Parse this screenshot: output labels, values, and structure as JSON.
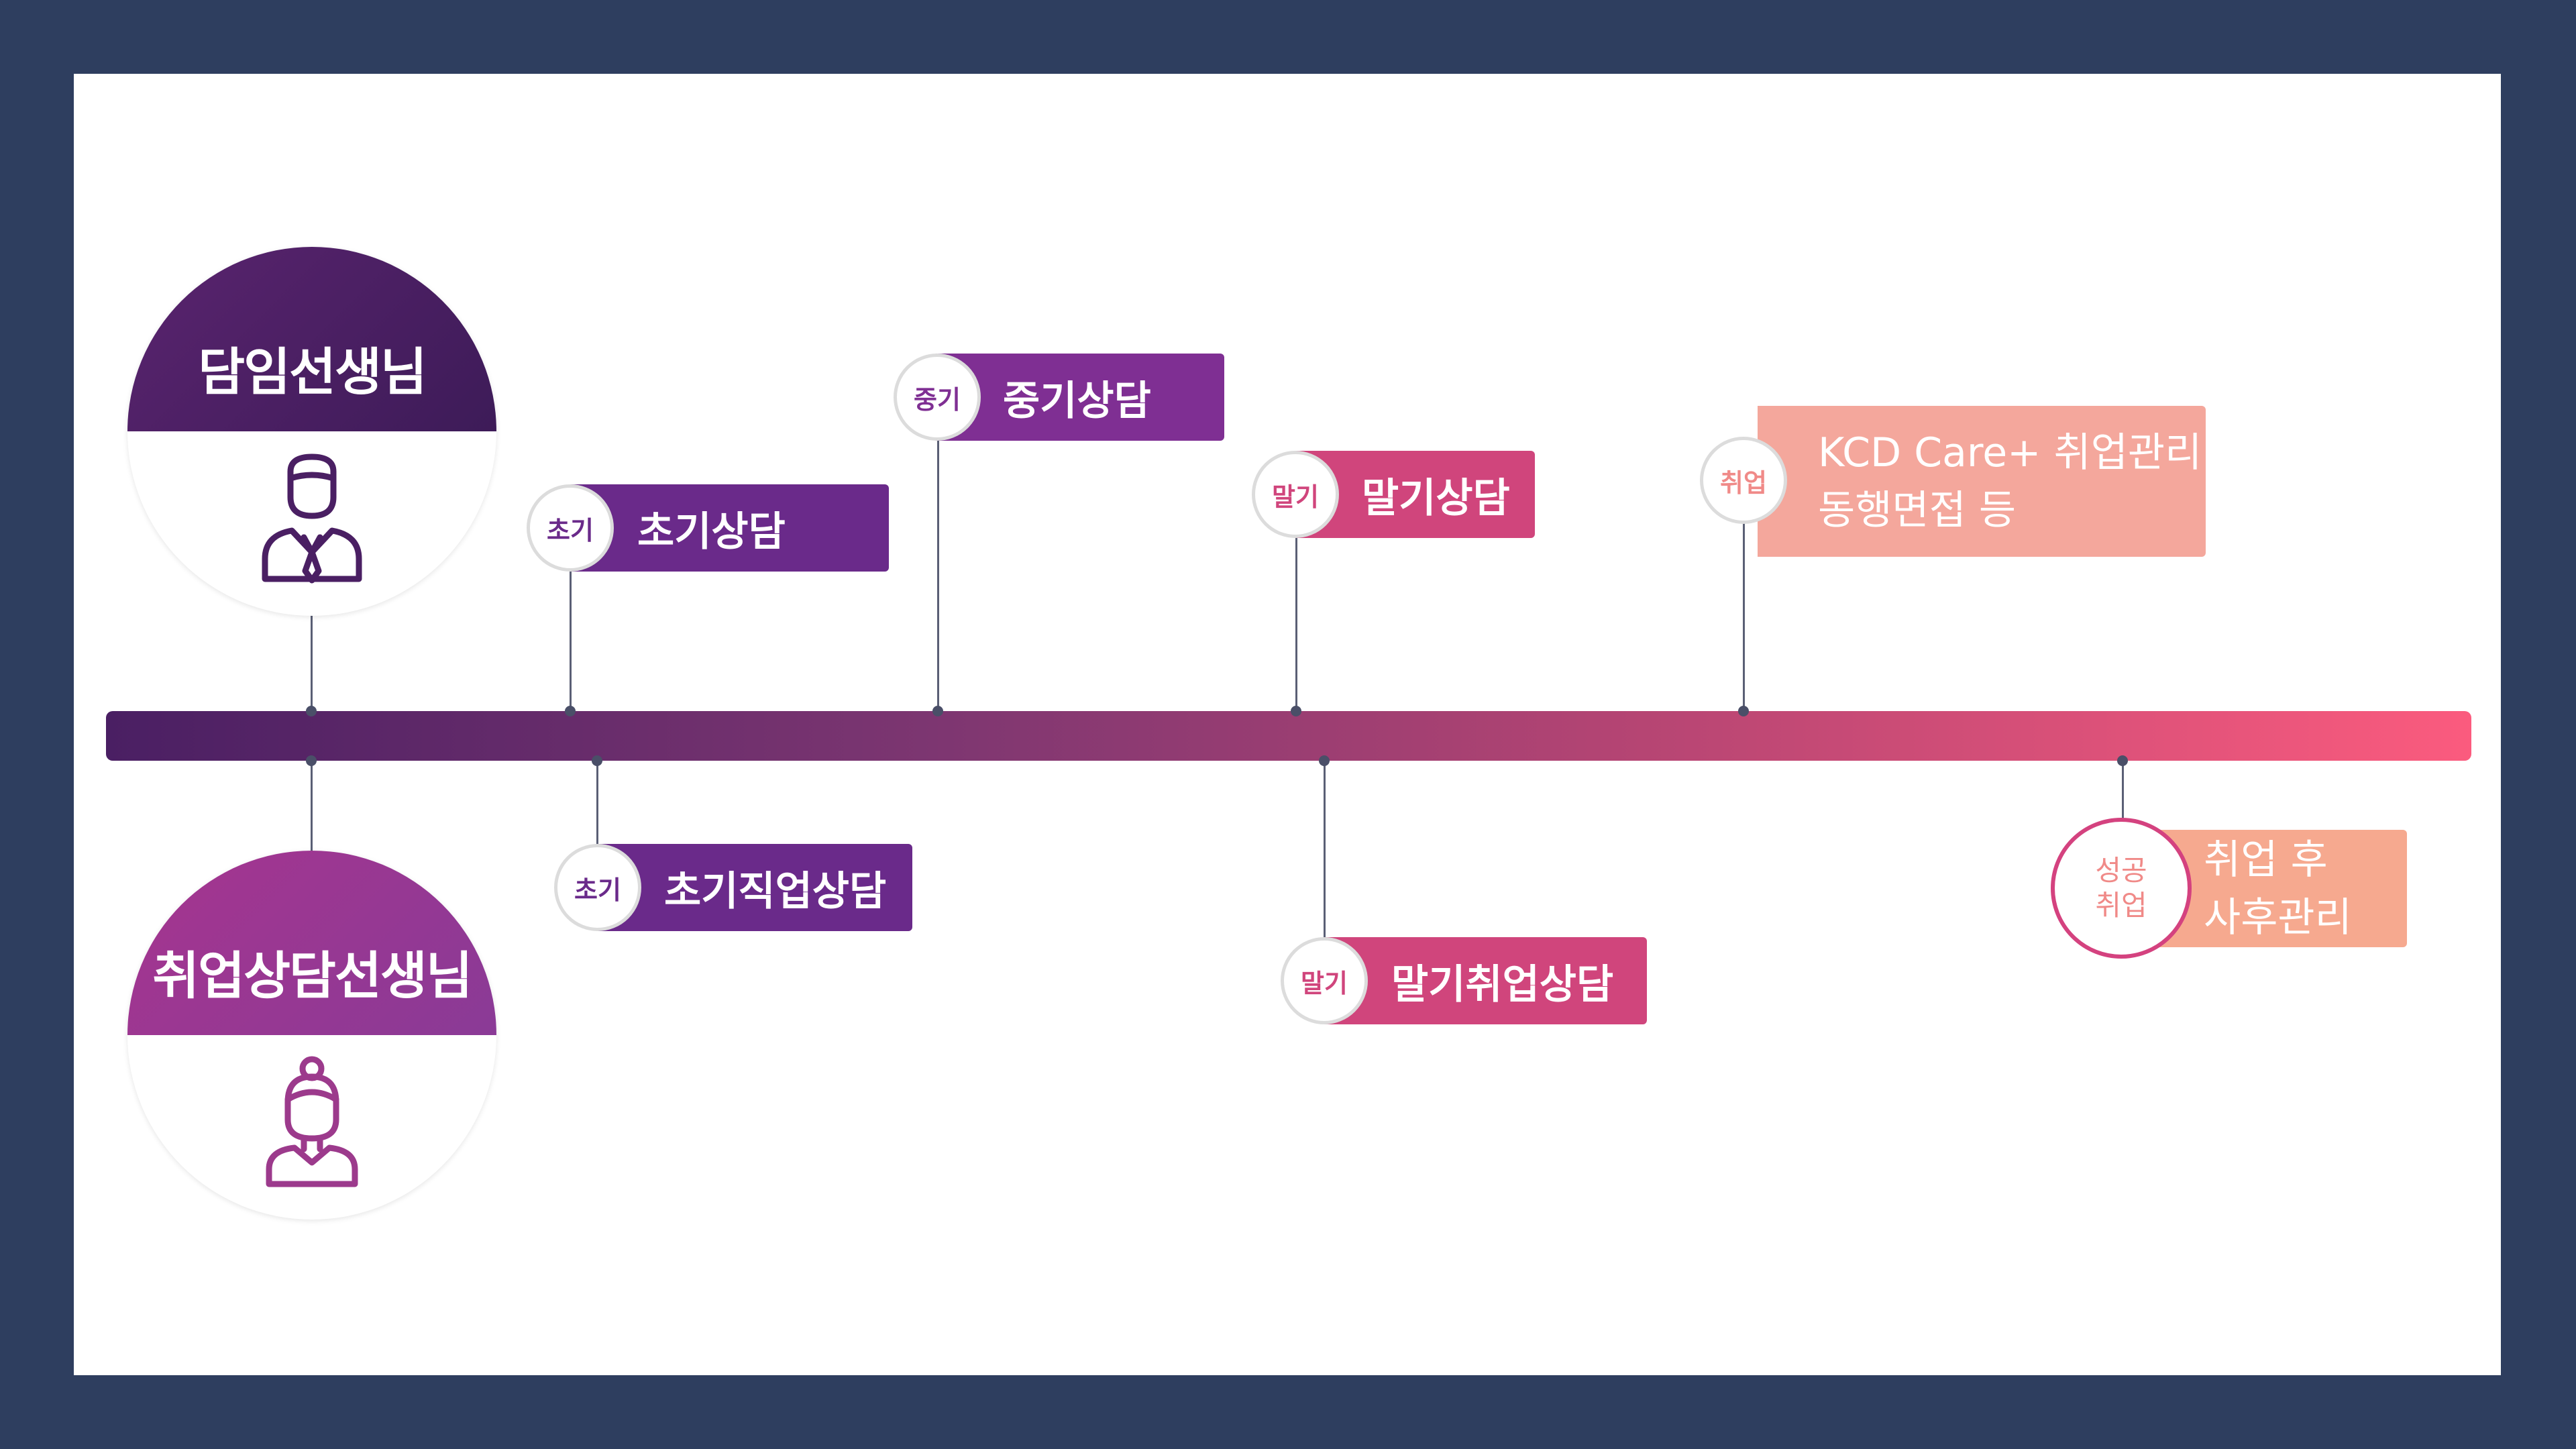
{
  "roles": {
    "homeroom_teacher": {
      "title": "담임선생님",
      "icon": "businessman-icon",
      "color": "#4a1f63"
    },
    "career_counselor": {
      "title": "취업상담선생님",
      "icon": "woman-icon",
      "color": "#9c3a8c"
    }
  },
  "timeline": {
    "colors": [
      "#4a1f63",
      "#fb5b7e"
    ],
    "upper_events": [
      {
        "badge": "초기",
        "label": "초기상담",
        "color": "#6a2a8a"
      },
      {
        "badge": "중기",
        "label": "중기상담",
        "color": "#7f2f93"
      },
      {
        "badge": "말기",
        "label": "말기상담",
        "color": "#d0457c"
      },
      {
        "badge": "취업",
        "label_lines": [
          "KCD Care+ 취업관리",
          "동행면접 등"
        ],
        "color": "#f4a79c"
      }
    ],
    "lower_events": [
      {
        "badge": "초기",
        "label": "초기직업상담",
        "color": "#6a2a8a"
      },
      {
        "badge": "말기",
        "label": "말기취업상담",
        "color": "#d0457c"
      },
      {
        "badge_lines": [
          "성공",
          "취업"
        ],
        "label_lines": [
          "취업 후",
          "사후관리"
        ],
        "color": "#f6a98f"
      }
    ]
  }
}
